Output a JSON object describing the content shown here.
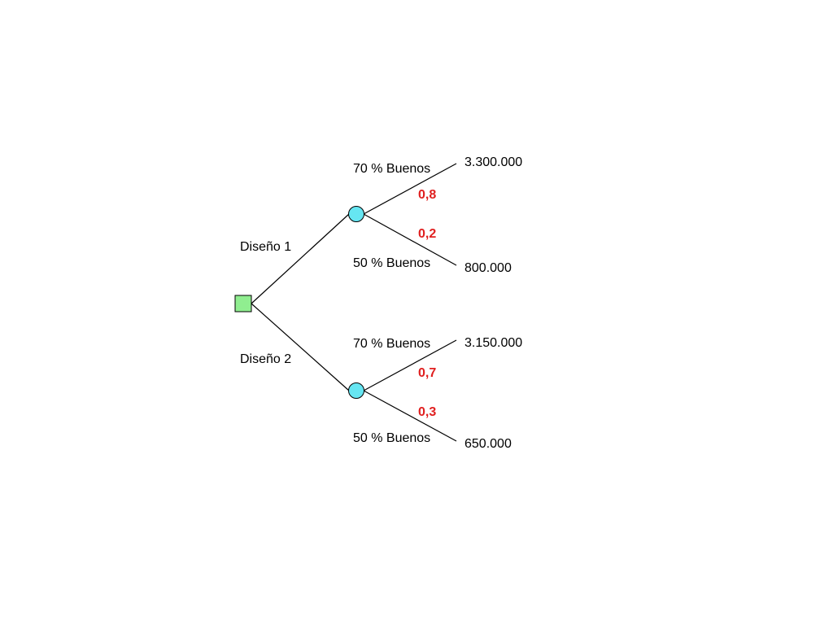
{
  "colors": {
    "decision_node": "#90EE90",
    "chance_node": "#66E6F2",
    "probability_text": "#E02020",
    "edge": "#000000"
  },
  "tree": {
    "decision_node": {
      "shape": "square"
    },
    "branches": [
      {
        "label": "Diseño 1",
        "chance_node": {
          "shape": "circle"
        },
        "outcomes": [
          {
            "label": "70 % Buenos",
            "probability": "0,8",
            "payoff": "3.300.000"
          },
          {
            "label": "50 % Buenos",
            "probability": "0,2",
            "payoff": "800.000"
          }
        ]
      },
      {
        "label": "Diseño 2",
        "chance_node": {
          "shape": "circle"
        },
        "outcomes": [
          {
            "label": "70 % Buenos",
            "probability": "0,7",
            "payoff": "3.150.000"
          },
          {
            "label": "50 % Buenos",
            "probability": "0,3",
            "payoff": "650.000"
          }
        ]
      }
    ]
  }
}
